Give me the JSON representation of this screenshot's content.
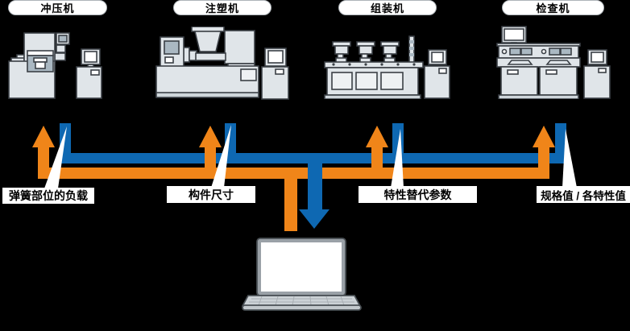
{
  "colors": {
    "background": "#000000",
    "orange_arrow": "#F08519",
    "blue_arrow": "#0E68B2",
    "machine_fill": "#E0E5E9",
    "machine_stroke": "#3B4046",
    "machine_dark": "#AAB8C2",
    "label_bg": "#FFFFFF",
    "label_text": "#000000"
  },
  "stations": [
    {
      "name": "冲压机",
      "data_label": "弹簧部位的负载"
    },
    {
      "name": "注塑机",
      "data_label": "构件尺寸"
    },
    {
      "name": "组装机",
      "data_label": "特性替代参数"
    },
    {
      "name": "检查机",
      "data_label": "规格值 / 各特性值"
    }
  ],
  "icons": {
    "hub_device": "laptop-icon",
    "station_icons": [
      "press-machine-icon",
      "injection-molding-machine-icon",
      "assembly-machine-icon",
      "inspection-machine-icon"
    ]
  }
}
